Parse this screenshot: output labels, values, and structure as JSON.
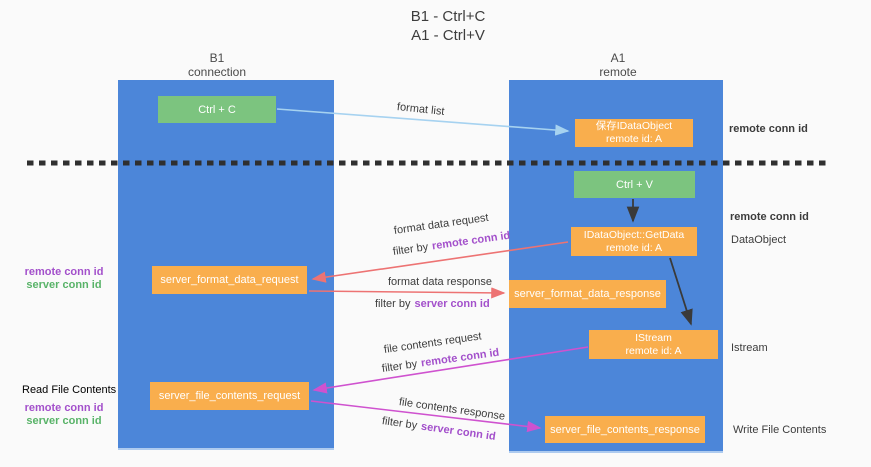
{
  "title": {
    "line1": "B1 - Ctrl+C",
    "line2": "A1 - Ctrl+V"
  },
  "columns": {
    "b1": {
      "name": "B1",
      "subtitle": "connection"
    },
    "a1": {
      "name": "A1",
      "subtitle": "remote"
    }
  },
  "boxes": {
    "ctrl_c": {
      "label": "Ctrl + C"
    },
    "ctrl_v": {
      "label": "Ctrl + V"
    },
    "save_idataobject": {
      "line1": "保存IDataObject",
      "line2": "remote id: A"
    },
    "getdata": {
      "line1": "IDataObject::GetData",
      "line2": "remote id: A"
    },
    "istream": {
      "line1": "IStream",
      "line2": "remote id: A"
    },
    "server_format_data_request": {
      "label": "server_format_data_request"
    },
    "server_format_data_response": {
      "label": "server_format_data_response"
    },
    "server_file_contents_request": {
      "label": "server_file_contents_request"
    },
    "server_file_contents_response": {
      "label": "server_file_contents_response"
    }
  },
  "arrow_labels": {
    "format_list": "format list",
    "format_data_request": "format data request",
    "format_data_response": "format data response",
    "file_contents_request": "file contents request",
    "file_contents_response": "file contents response",
    "filter_by": "filter by",
    "remote_conn_id": "remote conn id",
    "server_conn_id": "server conn id"
  },
  "side_labels": {
    "right_remote_conn_id_top": "remote conn id",
    "right_remote_conn_id_mid": "remote conn id",
    "right_dataobject": "DataObject",
    "right_istream": "Istream",
    "right_write_file_contents": "Write File Contents",
    "left_remote_conn_id_format": "remote conn id",
    "left_server_conn_id_format": "server conn id",
    "left_read_file_contents": "Read File Contents",
    "left_remote_conn_id_file": "remote conn id",
    "left_server_conn_id_file": "server conn id"
  },
  "colors": {
    "column_blue": "#4c86d9",
    "box_orange": "#f9ae4d",
    "box_green": "#7cc47f",
    "arrow_blue": "#a6d2f0",
    "arrow_red": "#ed7373",
    "arrow_magenta": "#cf52cf",
    "arrow_black": "#3a3a3a",
    "text_purple": "#a350cb",
    "text_green": "#58b368"
  }
}
